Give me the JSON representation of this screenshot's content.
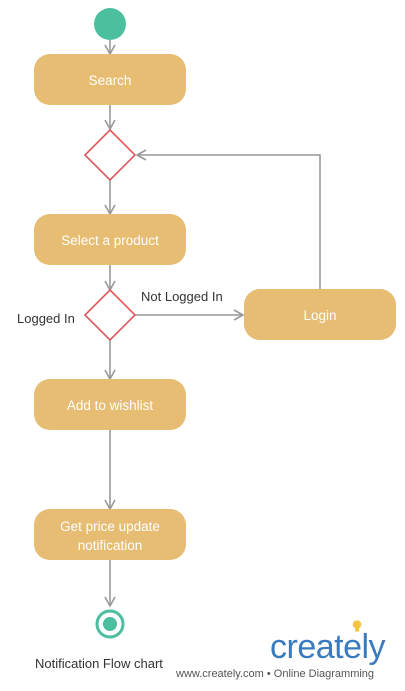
{
  "nodes": {
    "search": "Search",
    "select_product": "Select a product",
    "add_wishlist": "Add to wishlist",
    "price_update_line1": "Get price update",
    "price_update_line2": "notification",
    "login": "Login"
  },
  "edge_labels": {
    "logged_in": "Logged In",
    "not_logged_in": "Not Logged In"
  },
  "caption": "Notification Flow chart",
  "brand": {
    "name": "creately",
    "tagline": "www.creately.com • Online Diagramming"
  },
  "colors": {
    "action_fill": "#e6bd72",
    "decision_stroke": "#e0565b",
    "start_fill": "#4bbf9e",
    "connector": "#999999",
    "brand_blue": "#3a7bbf",
    "bulb_yellow": "#f6c343"
  }
}
